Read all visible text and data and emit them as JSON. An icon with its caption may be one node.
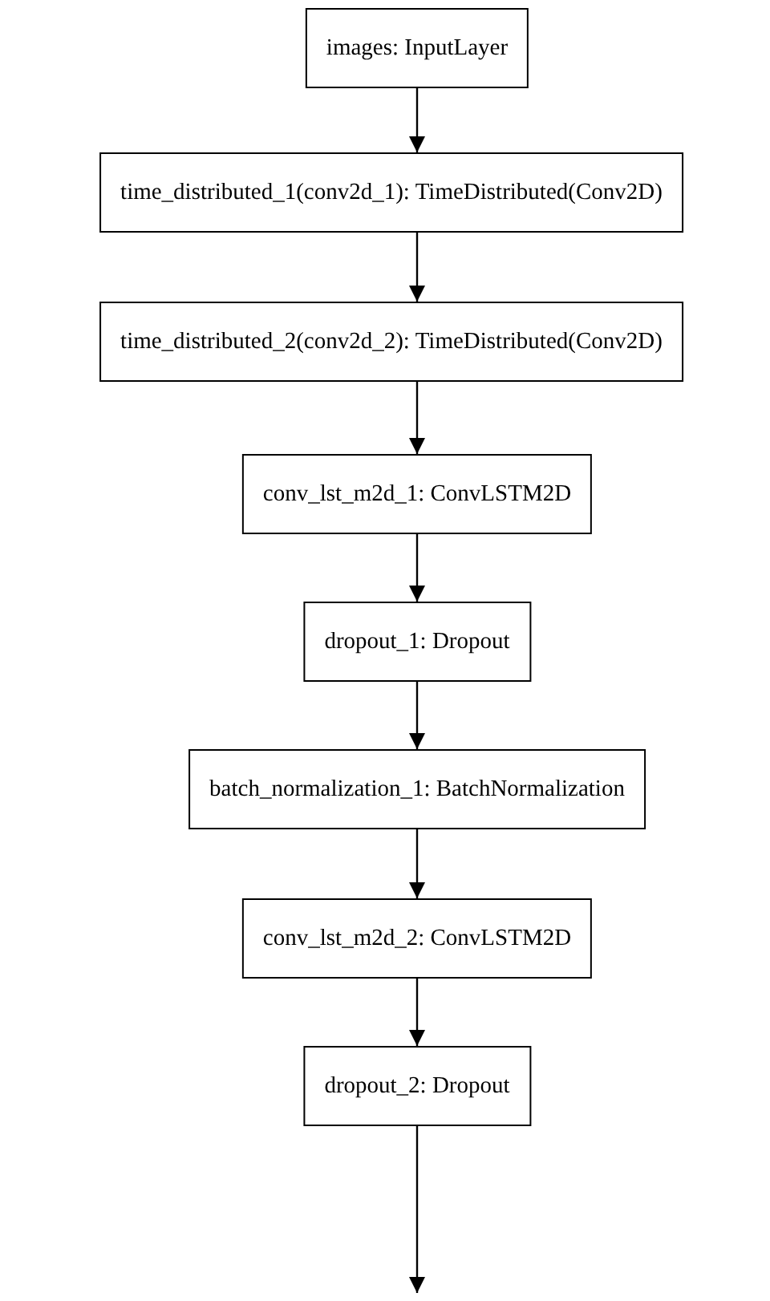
{
  "diagram": {
    "nodes": [
      {
        "text": [
          "images: InputLayer"
        ]
      },
      {
        "text": [
          "time_distributed_1(conv2d_1): TimeDistributed(Conv2D)"
        ]
      },
      {
        "text": [
          "time_distributed_2(conv2d_2): TimeDistributed(Conv2D)"
        ]
      },
      {
        "text": [
          "conv_lst_m2d_1: ConvLSTM2D"
        ]
      },
      {
        "text": [
          "dropout_1: Dropout"
        ]
      },
      {
        "text": [
          "batch_normalization_1: BatchNormalization"
        ]
      },
      {
        "text": [
          "conv_lst_m2d_2: ConvLSTM2D"
        ]
      },
      {
        "text": [
          "dropout_2: Dropout"
        ]
      }
    ],
    "edges": [
      {
        "from": 0,
        "to": 1,
        "arrow": "to"
      },
      {
        "from": 1,
        "to": 2,
        "arrow": "to"
      },
      {
        "from": 2,
        "to": 3,
        "arrow": "to"
      },
      {
        "from": 3,
        "to": 4,
        "arrow": "to"
      },
      {
        "from": 4,
        "to": 5,
        "arrow": "to"
      },
      {
        "from": 5,
        "to": 6,
        "arrow": "to"
      },
      {
        "from": 6,
        "to": 7,
        "arrow": "to"
      },
      {
        "from": 7,
        "to": null,
        "arrow": "to"
      }
    ]
  }
}
